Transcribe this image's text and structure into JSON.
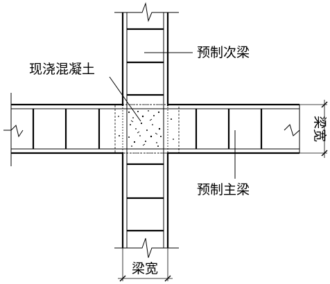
{
  "labels": {
    "cast_in_place_concrete": "现浇混凝土",
    "precast_secondary_beam": "预制次梁",
    "precast_main_beam": "预制主梁",
    "beam_width_bottom": "梁宽",
    "beam_width_right": "梁宽"
  },
  "colors": {
    "line": "#000000",
    "background": "#ffffff"
  }
}
